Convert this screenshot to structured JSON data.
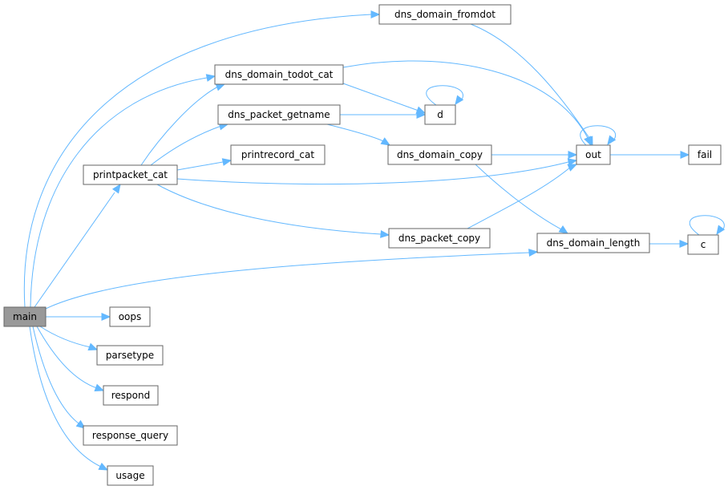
{
  "graph": {
    "colors": {
      "edge": "#63b8ff",
      "node_border": "#666666",
      "node_fill": "#ffffff",
      "root_fill": "#999999"
    },
    "nodes": [
      {
        "id": "main",
        "label": "main",
        "root": true
      },
      {
        "id": "dns_domain_fromdot",
        "label": "dns_domain_fromdot"
      },
      {
        "id": "dns_domain_todot_cat",
        "label": "dns_domain_todot_cat"
      },
      {
        "id": "dns_packet_getname",
        "label": "dns_packet_getname"
      },
      {
        "id": "printrecord_cat",
        "label": "printrecord_cat"
      },
      {
        "id": "printpacket_cat",
        "label": "printpacket_cat"
      },
      {
        "id": "d",
        "label": "d"
      },
      {
        "id": "dns_domain_copy",
        "label": "dns_domain_copy"
      },
      {
        "id": "out",
        "label": "out"
      },
      {
        "id": "fail",
        "label": "fail"
      },
      {
        "id": "dns_packet_copy",
        "label": "dns_packet_copy"
      },
      {
        "id": "dns_domain_length",
        "label": "dns_domain_length"
      },
      {
        "id": "c",
        "label": "c"
      },
      {
        "id": "oops",
        "label": "oops"
      },
      {
        "id": "parsetype",
        "label": "parsetype"
      },
      {
        "id": "respond",
        "label": "respond"
      },
      {
        "id": "response_query",
        "label": "response_query"
      },
      {
        "id": "usage",
        "label": "usage"
      }
    ],
    "edges": [
      {
        "from": "main",
        "to": "dns_domain_fromdot"
      },
      {
        "from": "main",
        "to": "dns_domain_todot_cat"
      },
      {
        "from": "main",
        "to": "printpacket_cat"
      },
      {
        "from": "main",
        "to": "dns_domain_length"
      },
      {
        "from": "main",
        "to": "oops"
      },
      {
        "from": "main",
        "to": "parsetype"
      },
      {
        "from": "main",
        "to": "respond"
      },
      {
        "from": "main",
        "to": "response_query"
      },
      {
        "from": "main",
        "to": "usage"
      },
      {
        "from": "dns_domain_fromdot",
        "to": "out"
      },
      {
        "from": "dns_domain_todot_cat",
        "to": "out"
      },
      {
        "from": "dns_domain_todot_cat",
        "to": "d"
      },
      {
        "from": "dns_packet_getname",
        "to": "d"
      },
      {
        "from": "dns_packet_getname",
        "to": "dns_domain_copy"
      },
      {
        "from": "d",
        "to": "d"
      },
      {
        "from": "printpacket_cat",
        "to": "dns_domain_todot_cat"
      },
      {
        "from": "printpacket_cat",
        "to": "dns_packet_getname"
      },
      {
        "from": "printpacket_cat",
        "to": "printrecord_cat"
      },
      {
        "from": "printpacket_cat",
        "to": "out"
      },
      {
        "from": "printpacket_cat",
        "to": "dns_packet_copy"
      },
      {
        "from": "dns_domain_copy",
        "to": "out"
      },
      {
        "from": "dns_domain_copy",
        "to": "dns_domain_length"
      },
      {
        "from": "dns_packet_copy",
        "to": "out"
      },
      {
        "from": "out",
        "to": "out"
      },
      {
        "from": "out",
        "to": "fail"
      },
      {
        "from": "dns_domain_length",
        "to": "c"
      },
      {
        "from": "c",
        "to": "c"
      }
    ]
  }
}
